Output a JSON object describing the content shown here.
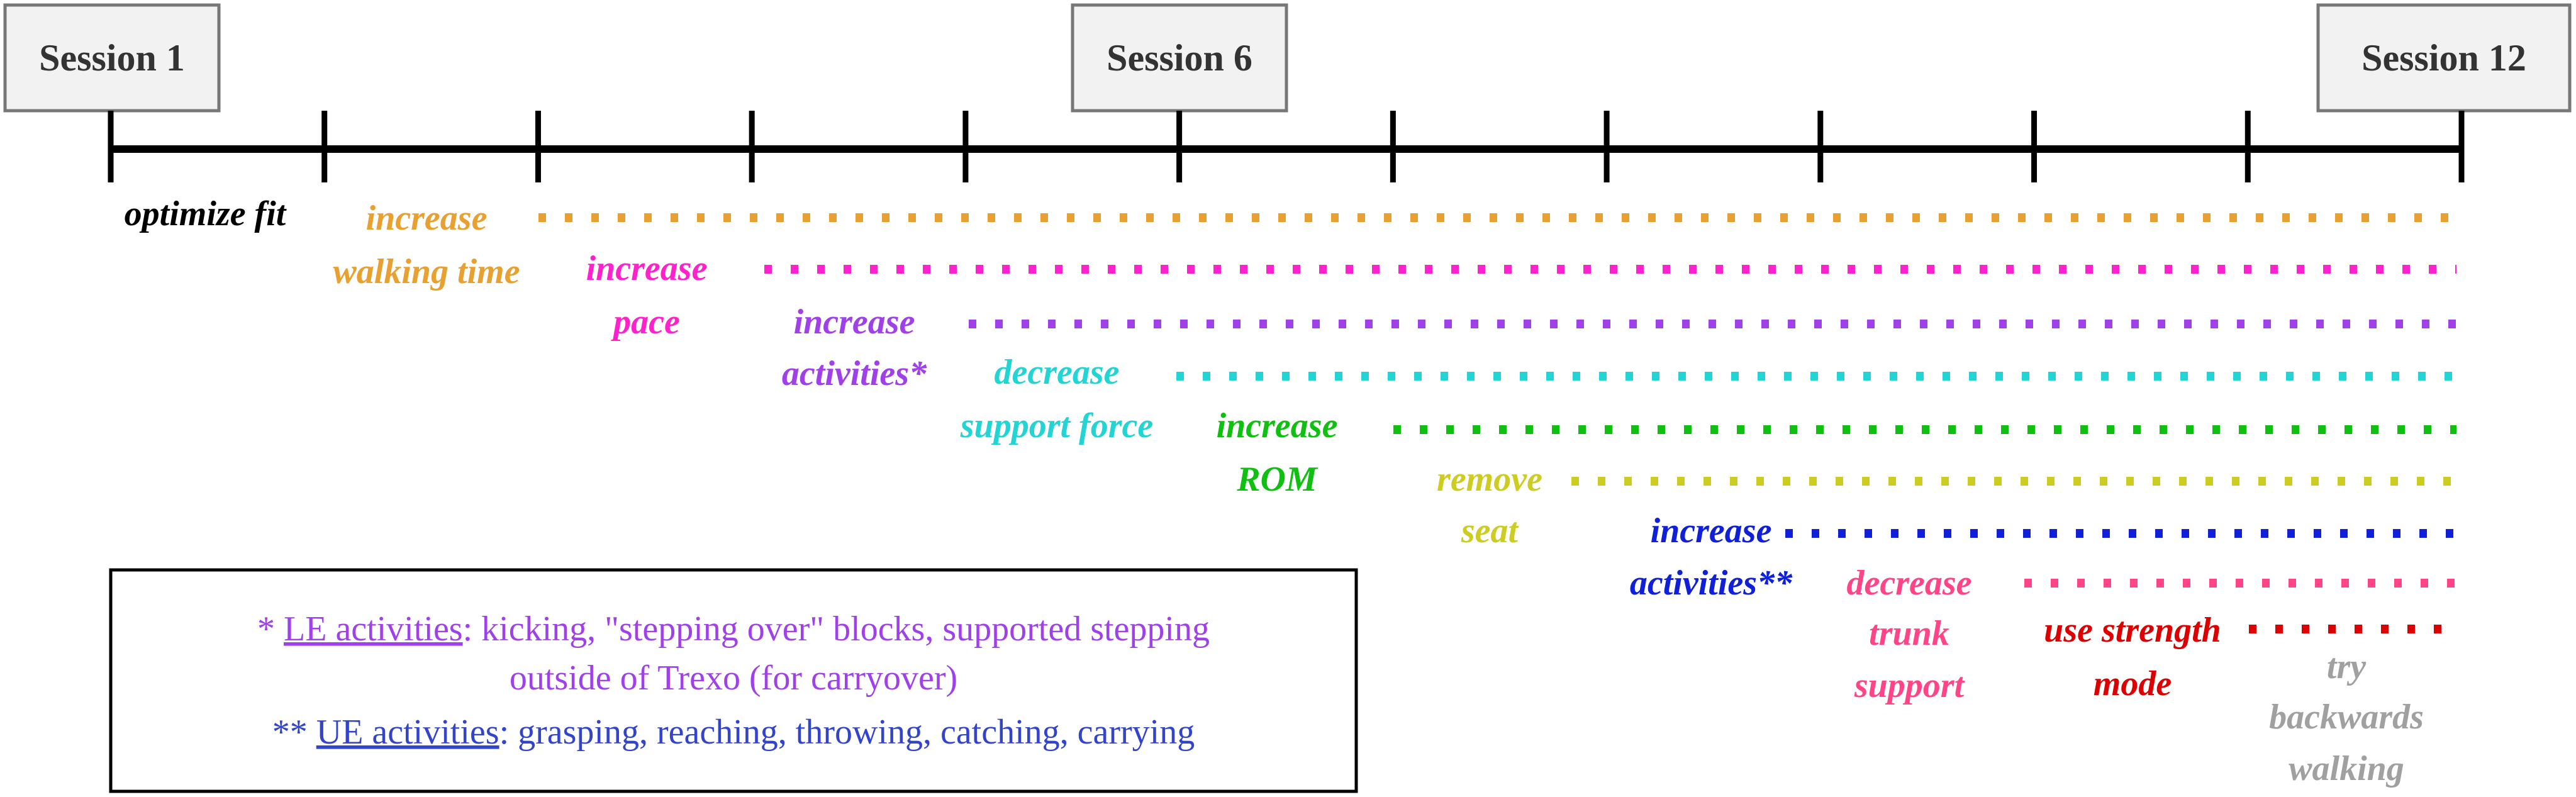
{
  "sessions": [
    {
      "label": "Session 1",
      "color": "#333333"
    },
    {
      "label": "Session 6",
      "color": "#333333"
    },
    {
      "label": "Session 12",
      "color": "#333333"
    }
  ],
  "steps": [
    {
      "lines": [
        "optimize fit"
      ],
      "color": "#000000",
      "dotted": false
    },
    {
      "lines": [
        "increase",
        "walking time"
      ],
      "color": "#E8A030",
      "dotted": true
    },
    {
      "lines": [
        "increase",
        "pace"
      ],
      "color": "#FF22CC",
      "dotted": true
    },
    {
      "lines": [
        "increase",
        "activities*"
      ],
      "color": "#A040E8",
      "dotted": true
    },
    {
      "lines": [
        "decrease",
        "support force"
      ],
      "color": "#22D4D4",
      "dotted": true
    },
    {
      "lines": [
        "increase",
        "ROM"
      ],
      "color": "#10C010",
      "dotted": true
    },
    {
      "lines": [
        "remove",
        "seat"
      ],
      "color": "#CCCC22",
      "dotted": true
    },
    {
      "lines": [
        "increase",
        "activities**"
      ],
      "color": "#1020D8",
      "dotted": true
    },
    {
      "lines": [
        "decrease",
        "trunk",
        "support"
      ],
      "color": "#FF4488",
      "dotted": true
    },
    {
      "lines": [
        "use strength",
        "mode"
      ],
      "color": "#DD0000",
      "dotted": true
    },
    {
      "lines": [
        "try",
        "backwards",
        "walking"
      ],
      "color": "#A0A0A0",
      "dotted": false
    }
  ],
  "legend": {
    "line1": {
      "prefix": "*  ",
      "term": "LE activities",
      "rest": ": kicking, \"stepping over\" blocks, supported stepping",
      "color": "#A040E8"
    },
    "line2": {
      "text": "outside of Trexo (for carryover)",
      "color": "#A040E8"
    },
    "line3": {
      "prefix": "** ",
      "term": "UE activities",
      "rest": ": grasping, reaching, throwing, catching, carrying",
      "color": "#3344CC"
    }
  }
}
